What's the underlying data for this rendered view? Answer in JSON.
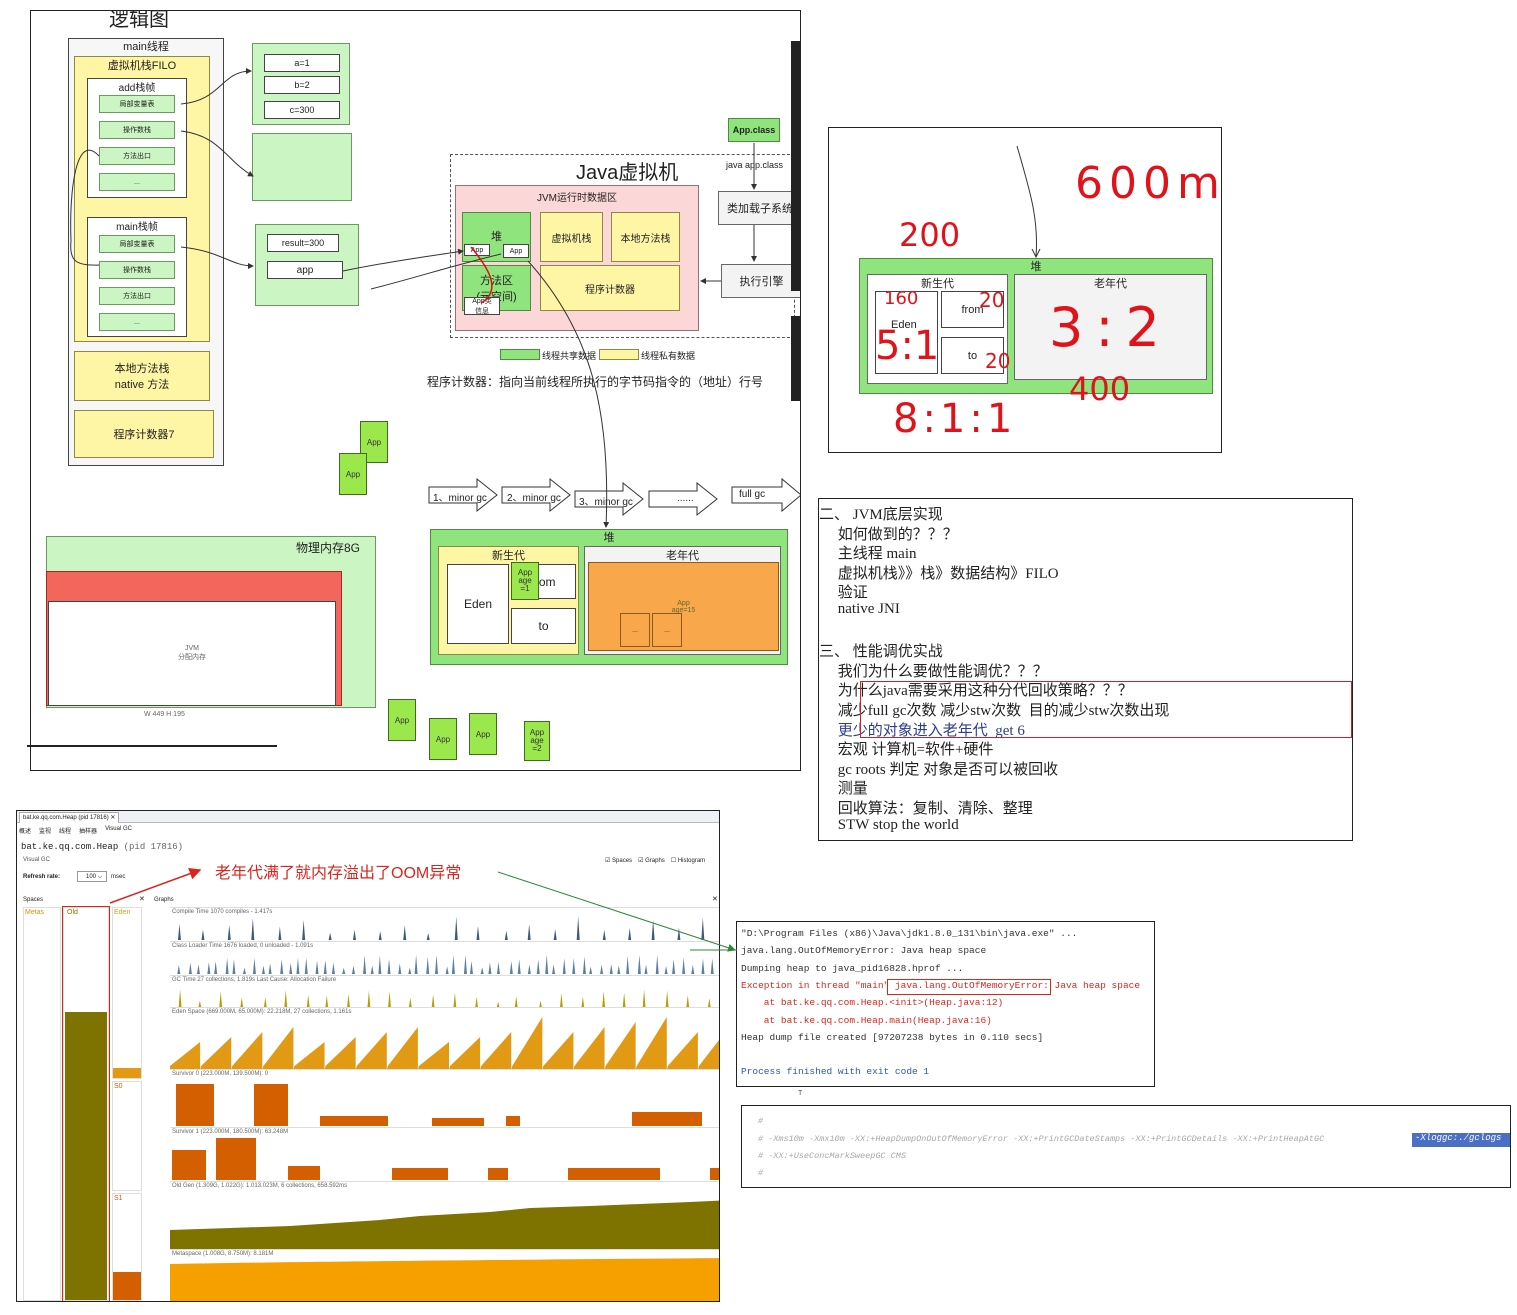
{
  "diagram": {
    "title": "逻辑图",
    "main_thread": "main线程",
    "vm_stack": "虚拟机栈FILO",
    "add_frame": "add栈帧",
    "main_frame": "main栈帧",
    "local_vars": "局部变量表",
    "operand_stack": "操作数栈",
    "method_exit": "方法出口",
    "ellipsis": "...",
    "native_stack": "本地方法栈\nnative 方法",
    "pc7": "程序计数器7",
    "a": "a=1",
    "b": "b=2",
    "c": "c=300",
    "result": "result=300",
    "app": "app",
    "jvm_title": "Java虚拟机",
    "runtime_area": "JVM运行时数据区",
    "heap": "堆",
    "vm_stack_short": "虚拟机栈",
    "native_stack_short": "本地方法栈",
    "method_area": "方法区\n(元空间)",
    "pc": "程序计数器",
    "app_class": "App.class",
    "java_cmd": "java app.class",
    "class_loader": "类加载子系统",
    "exec_engine": "执行引擎",
    "legend_shared": "线程共享数据",
    "legend_private": "线程私有数据",
    "pc_desc": "程序计数器：指向当前线程所执行的字节码指令的（地址）行号",
    "app_label": "App",
    "app_class_info": "App类\n信息",
    "gc_steps": [
      "1、minor gc",
      "2、minor gc",
      "3、minor gc",
      "......",
      "full gc"
    ],
    "heap2": "堆",
    "young": "新生代",
    "old": "老年代",
    "eden": "Eden",
    "from": "from",
    "to": "to",
    "app_age1": "App\nage\n=1",
    "app_age15": "App\nage=15",
    "app_age2": "App\nage\n=2",
    "phys_mem": "物理内存8G",
    "jvm_alloc": "JVM\n分配内存",
    "wh": "W 449  H 195"
  },
  "sketch": {
    "heap": "堆",
    "young": "新生代",
    "old": "老年代",
    "eden": "Eden",
    "from": "from",
    "to": "to",
    "h600": "600m",
    "h200": "200",
    "h400": "400",
    "h160": "160",
    "h20a": "20",
    "h20b": "20",
    "h32": "3:2",
    "h811": "8:1:1",
    "h521": "5:1"
  },
  "notes": {
    "lines": [
      "二、 JVM底层实现",
      "     如何做到的？？？",
      "     主线程 main",
      "     虚拟机栈》》栈》数据结构》FILO",
      "     验证",
      "     native JNI",
      "",
      "三、 性能调优实战",
      "     我们为什么要做性能调优？？？",
      "     为什么java需要采用这种分代回收策略？？？",
      "     减少full gc次数 减少stw次数  目的减少stw次数出现",
      "     更少的对象进入老年代  get 6",
      "     宏观 计算机=软件+硬件",
      "     gc roots 判定 对象是否可以被回收",
      "     测量",
      "     回收算法：复制、清除、整理",
      "     STW stop the world"
    ]
  },
  "visualvm": {
    "tab": "bat.ke.qq.com.Heap (pid 17816)",
    "toolbar": [
      "概述",
      "监视",
      "线程",
      "抽样器",
      "Visual GC"
    ],
    "process": "bat.ke.qq.com.Heap",
    "pid": "(pid 17816)",
    "section": "Visual GC",
    "refresh_label": "Refresh rate:",
    "refresh_value": "100",
    "refresh_unit": "msec",
    "checks": [
      "Spaces",
      "Graphs",
      "Histogram"
    ],
    "spaces_label": "Spaces",
    "graphs_label": "Graphs",
    "space_names": [
      "Metas",
      "Old",
      "Eden",
      "S0",
      "S1"
    ],
    "annotation": "老年代满了就内存溢出了OOM异常",
    "graphs": [
      "Compile Time  1070 compiles - 1.417s",
      "Class Loader Time  1676 loaded, 0 unloaded - 1.091s",
      "GC Time  27 collections, 1.819s  Last Cause: Allocation Failure",
      "Eden Space (669.000M, 65.000M): 22.218M, 27 collections, 1.161s",
      "Survivor 0 (223.000M, 139.500M): 0",
      "Survivor 1 (223.000M, 180.500M): 63.248M",
      "Old Gen (1.309G, 1.022G): 1.013.023M, 6 collections, 658.592ms",
      "Metaspace (1.008G, 8.750M): 8.181M"
    ]
  },
  "console": {
    "lines": [
      "\"D:\\Program Files (x86)\\Java\\jdk1.8.0_131\\bin\\java.exe\" ...",
      "java.lang.OutOfMemoryError: Java heap space",
      "Dumping heap to java_pid16828.hprof ...",
      "Exception in thread \"main\" java.lang.OutOfMemoryError: Java heap space",
      "    at bat.ke.qq.com.Heap.<init>(Heap.java:12)",
      "    at bat.ke.qq.com.Heap.main(Heap.java:16)",
      "Heap dump file created [97207238 bytes in 0.110 secs]",
      "",
      "Process finished with exit code 1"
    ]
  },
  "options": {
    "lines": [
      "#",
      "# -Xms10m -Xmx10m -XX:+HeapDumpOnOutOfMemoryError -XX:+PrintGCDateStamps -XX:+PrintGCDetails -XX:+PrintHeapAtGC",
      "# -XX:+UseConcMarkSweepGC   CMS",
      "#"
    ],
    "highlight": "-Xloggc:./gclogs"
  },
  "colors": {
    "shared_green": "#90e47d",
    "private_yellow": "#fff6a5",
    "old_olive": "#7e7300",
    "eden_orange": "#e29a14",
    "survivor_orange": "#d35f00",
    "meta_orange": "#f6a000",
    "highlight_blue": "#4a6fc4"
  }
}
